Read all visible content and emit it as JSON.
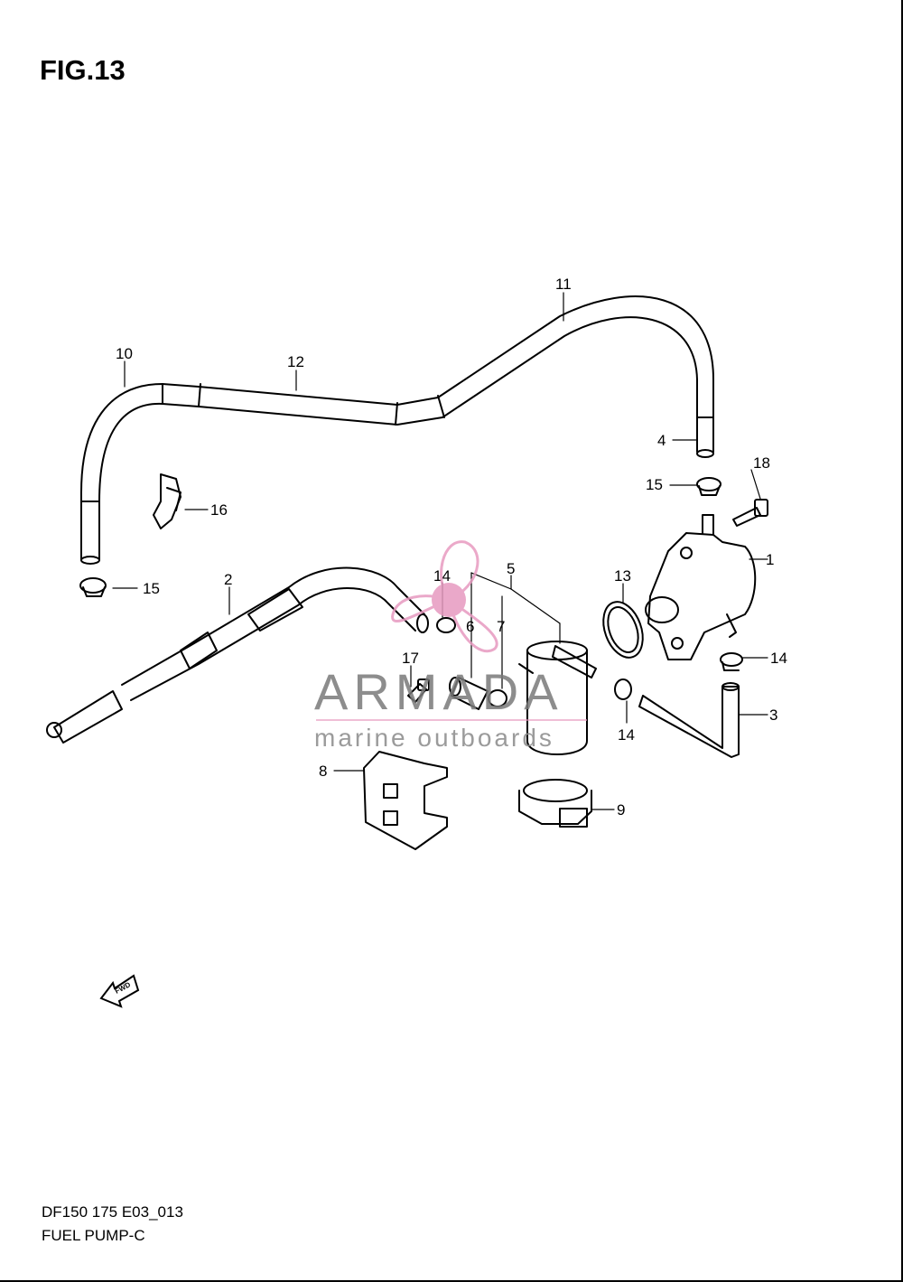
{
  "figure": {
    "title": "FIG.13"
  },
  "footer": {
    "code": "DF150 175 E03_013",
    "name": "FUEL PUMP-C"
  },
  "watermark": {
    "brand": "ARMADA",
    "tagline": "marine outboards",
    "color": "#e79ac0"
  },
  "fwd_arrow": {
    "label": "FWD"
  },
  "callouts": {
    "c1": "1",
    "c2": "2",
    "c3": "3",
    "c4": "4",
    "c5": "5",
    "c6": "6",
    "c7": "7",
    "c8": "8",
    "c9": "9",
    "c10": "10",
    "c11": "11",
    "c12": "12",
    "c13": "13",
    "c14a": "14",
    "c14b": "14",
    "c14c": "14",
    "c15a": "15",
    "c15b": "15",
    "c16": "16",
    "c17": "17",
    "c18": "18"
  }
}
